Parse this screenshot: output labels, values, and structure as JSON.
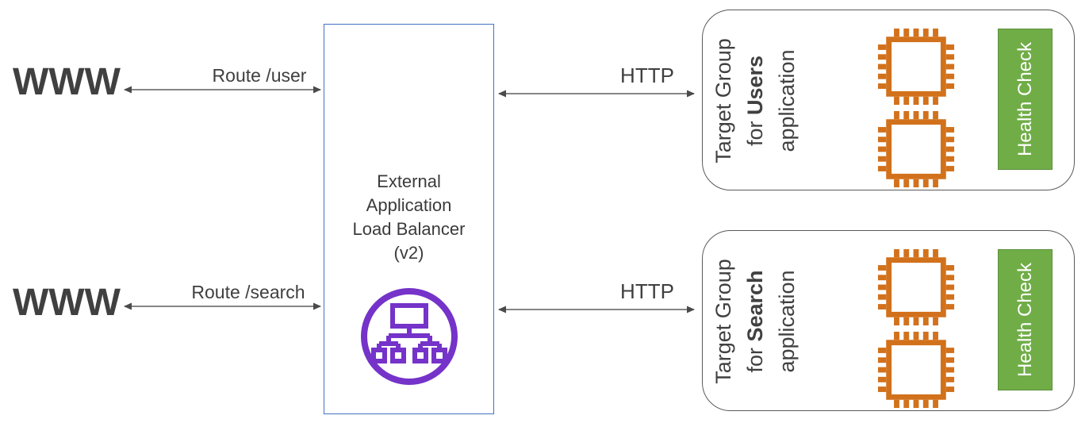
{
  "clients": {
    "top_label": "WWW",
    "bottom_label": "WWW"
  },
  "connections": {
    "route_user": "Route /user",
    "route_search": "Route /search",
    "http_top": "HTTP",
    "http_bottom": "HTTP"
  },
  "load_balancer": {
    "lines": [
      "External",
      "Application",
      "Load Balancer",
      "(v2)"
    ],
    "icon": "elastic-load-balancer-icon"
  },
  "target_groups": [
    {
      "line1": "Target Group",
      "line2_prefix": "for ",
      "line2_bold": "Users",
      "line3": "application",
      "health_check": "Health Check",
      "instance_icon": "cpu-chip-icon",
      "instance_count": 2
    },
    {
      "line1": "Target Group",
      "line2_prefix": "for ",
      "line2_bold": "Search",
      "line3": "application",
      "health_check": "Health Check",
      "instance_icon": "cpu-chip-icon",
      "instance_count": 2
    }
  ],
  "colors": {
    "box_border_blue": "#4472C4",
    "load_balancer_purple": "#7533C9",
    "chip_orange": "#D2711C",
    "health_green": "#70AD47",
    "group_border_gray": "#595959",
    "arrow_gray": "#757575",
    "text_dark": "#3F3F3F"
  }
}
